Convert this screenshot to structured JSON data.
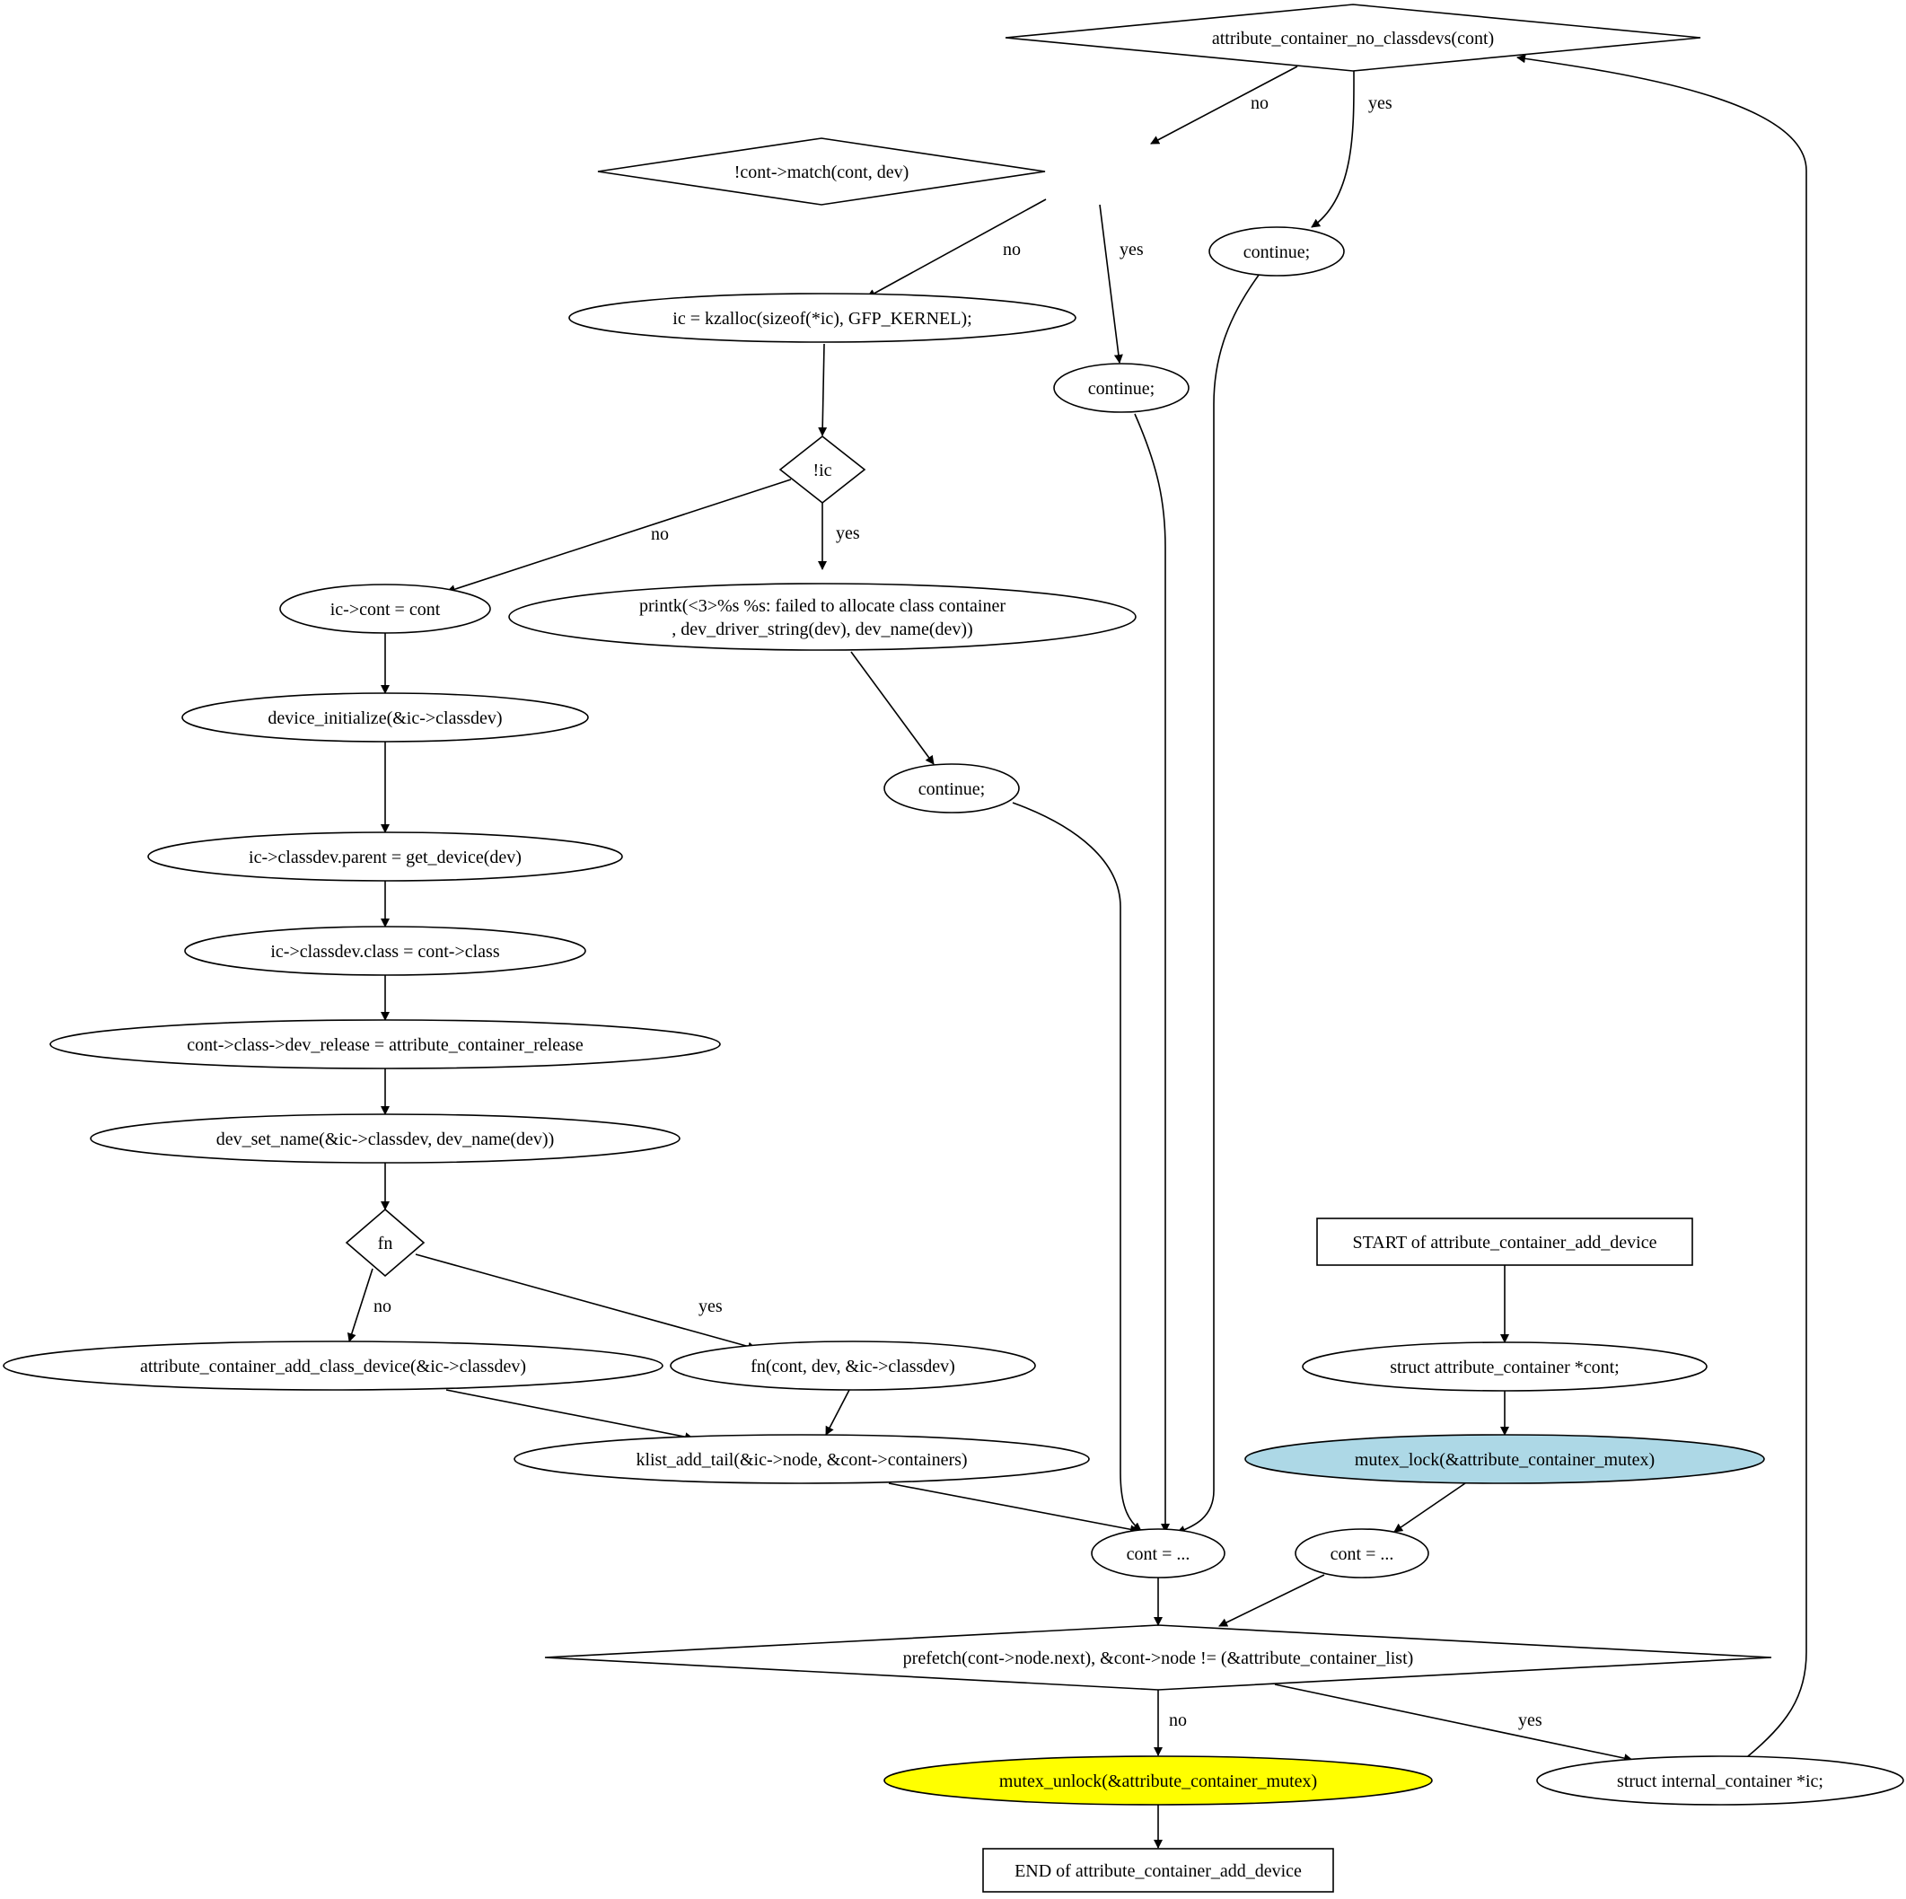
{
  "graph": {
    "nodes": [
      {
        "id": "n_acnc",
        "shape": "diamond",
        "lines": [
          "attribute_container_no_classdevs(cont)"
        ]
      },
      {
        "id": "n_match",
        "shape": "diamond",
        "lines": [
          "!cont->match(cont, dev)"
        ]
      },
      {
        "id": "n_cont1",
        "shape": "ellipse",
        "lines": [
          "continue;"
        ]
      },
      {
        "id": "n_kz",
        "shape": "ellipse",
        "lines": [
          "ic = kzalloc(sizeof(*ic), GFP_KERNEL);"
        ]
      },
      {
        "id": "n_cont2",
        "shape": "ellipse",
        "lines": [
          "continue;"
        ]
      },
      {
        "id": "n_ic",
        "shape": "diamond",
        "lines": [
          "!ic"
        ]
      },
      {
        "id": "n_iccont",
        "shape": "ellipse",
        "lines": [
          "ic->cont = cont"
        ]
      },
      {
        "id": "n_printk",
        "shape": "ellipse",
        "lines": [
          "printk(<3>%s %s: failed to allocate class container",
          ", dev_driver_string(dev), dev_name(dev))"
        ]
      },
      {
        "id": "n_devinit",
        "shape": "ellipse",
        "lines": [
          "device_initialize(&ic->classdev)"
        ]
      },
      {
        "id": "n_cont3",
        "shape": "ellipse",
        "lines": [
          "continue;"
        ]
      },
      {
        "id": "n_parent",
        "shape": "ellipse",
        "lines": [
          "ic->classdev.parent = get_device(dev)"
        ]
      },
      {
        "id": "n_class",
        "shape": "ellipse",
        "lines": [
          "ic->classdev.class = cont->class"
        ]
      },
      {
        "id": "n_release",
        "shape": "ellipse",
        "lines": [
          "cont->class->dev_release = attribute_container_release"
        ]
      },
      {
        "id": "n_setname",
        "shape": "ellipse",
        "lines": [
          "dev_set_name(&ic->classdev, dev_name(dev))"
        ]
      },
      {
        "id": "n_fn",
        "shape": "diamond",
        "lines": [
          "fn"
        ]
      },
      {
        "id": "n_start",
        "shape": "box",
        "lines": [
          "START of attribute_container_add_device"
        ]
      },
      {
        "id": "n_addcls",
        "shape": "ellipse",
        "lines": [
          "attribute_container_add_class_device(&ic->classdev)"
        ]
      },
      {
        "id": "n_fncall",
        "shape": "ellipse",
        "lines": [
          "fn(cont, dev, &ic->classdev)"
        ]
      },
      {
        "id": "n_structac",
        "shape": "ellipse",
        "lines": [
          "struct attribute_container *cont;"
        ]
      },
      {
        "id": "n_klist",
        "shape": "ellipse",
        "lines": [
          "klist_add_tail(&ic->node, &cont->containers)"
        ]
      },
      {
        "id": "n_lock",
        "shape": "ellipse",
        "fill": "#add8e6",
        "lines": [
          "mutex_lock(&attribute_container_mutex)"
        ]
      },
      {
        "id": "n_contA",
        "shape": "ellipse",
        "lines": [
          "cont = ..."
        ]
      },
      {
        "id": "n_contB",
        "shape": "ellipse",
        "lines": [
          "cont = ..."
        ]
      },
      {
        "id": "n_prefetch",
        "shape": "diamond",
        "lines": [
          "prefetch(cont->node.next), &cont->node != (&attribute_container_list)"
        ]
      },
      {
        "id": "n_unlock",
        "shape": "ellipse",
        "fill": "#ffff00",
        "lines": [
          "mutex_unlock(&attribute_container_mutex)"
        ]
      },
      {
        "id": "n_structic",
        "shape": "ellipse",
        "lines": [
          "struct internal_container *ic;"
        ]
      },
      {
        "id": "n_end",
        "shape": "box",
        "lines": [
          "END of attribute_container_add_device"
        ]
      }
    ],
    "edges": [
      {
        "id": "e1",
        "from": "n_acnc",
        "to": "n_match",
        "label": "no"
      },
      {
        "id": "e2",
        "from": "n_acnc",
        "to": "n_cont1",
        "label": "yes"
      },
      {
        "id": "e3",
        "from": "n_match",
        "to": "n_kz",
        "label": "no"
      },
      {
        "id": "e4",
        "from": "n_match",
        "to": "n_cont2",
        "label": "yes"
      },
      {
        "id": "e5",
        "from": "n_kz",
        "to": "n_ic",
        "label": ""
      },
      {
        "id": "e6",
        "from": "n_ic",
        "to": "n_iccont",
        "label": "no"
      },
      {
        "id": "e7",
        "from": "n_ic",
        "to": "n_printk",
        "label": "yes"
      },
      {
        "id": "e8",
        "from": "n_iccont",
        "to": "n_devinit",
        "label": ""
      },
      {
        "id": "e9",
        "from": "n_printk",
        "to": "n_cont3",
        "label": ""
      },
      {
        "id": "e10",
        "from": "n_devinit",
        "to": "n_parent",
        "label": ""
      },
      {
        "id": "e11",
        "from": "n_parent",
        "to": "n_class",
        "label": ""
      },
      {
        "id": "e12",
        "from": "n_class",
        "to": "n_release",
        "label": ""
      },
      {
        "id": "e13",
        "from": "n_release",
        "to": "n_setname",
        "label": ""
      },
      {
        "id": "e14",
        "from": "n_setname",
        "to": "n_fn",
        "label": ""
      },
      {
        "id": "e15",
        "from": "n_fn",
        "to": "n_addcls",
        "label": "no"
      },
      {
        "id": "e16",
        "from": "n_fn",
        "to": "n_fncall",
        "label": "yes"
      },
      {
        "id": "e17",
        "from": "n_addcls",
        "to": "n_klist",
        "label": ""
      },
      {
        "id": "e18",
        "from": "n_fncall",
        "to": "n_klist",
        "label": ""
      },
      {
        "id": "e19",
        "from": "n_klist",
        "to": "n_contA",
        "label": ""
      },
      {
        "id": "e20",
        "from": "n_cont3",
        "to": "n_contA",
        "label": ""
      },
      {
        "id": "e21",
        "from": "n_cont2",
        "to": "n_contA",
        "label": ""
      },
      {
        "id": "e22",
        "from": "n_cont1",
        "to": "n_contA",
        "label": ""
      },
      {
        "id": "e23",
        "from": "n_start",
        "to": "n_structac",
        "label": ""
      },
      {
        "id": "e24",
        "from": "n_structac",
        "to": "n_lock",
        "label": ""
      },
      {
        "id": "e25",
        "from": "n_lock",
        "to": "n_contB",
        "label": ""
      },
      {
        "id": "e26",
        "from": "n_contA",
        "to": "n_prefetch",
        "label": ""
      },
      {
        "id": "e27",
        "from": "n_contB",
        "to": "n_prefetch",
        "label": ""
      },
      {
        "id": "e28",
        "from": "n_prefetch",
        "to": "n_unlock",
        "label": "no"
      },
      {
        "id": "e29",
        "from": "n_prefetch",
        "to": "n_structic",
        "label": "yes"
      },
      {
        "id": "e30",
        "from": "n_unlock",
        "to": "n_end",
        "label": ""
      },
      {
        "id": "e31",
        "from": "n_structic",
        "to": "n_acnc",
        "label": ""
      }
    ]
  }
}
